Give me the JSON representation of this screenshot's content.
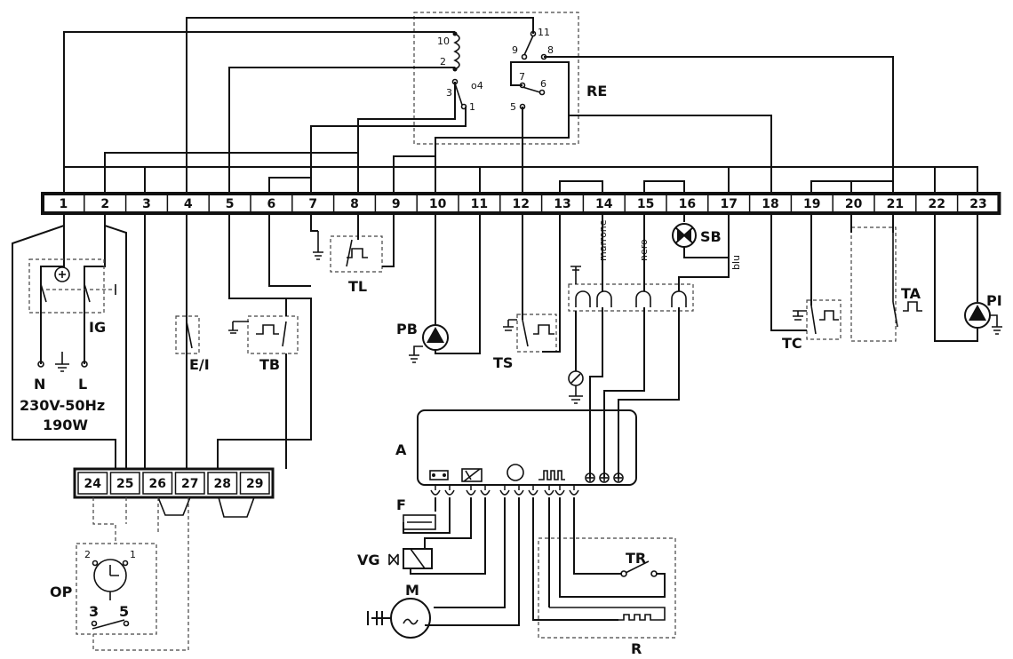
{
  "terminal_strip": {
    "labels": [
      "1",
      "2",
      "3",
      "4",
      "5",
      "6",
      "7",
      "8",
      "9",
      "10",
      "11",
      "12",
      "13",
      "14",
      "15",
      "16",
      "17",
      "18",
      "19",
      "20",
      "21",
      "22",
      "23"
    ]
  },
  "lower_strip": {
    "labels": [
      "24",
      "25",
      "26",
      "27",
      "28",
      "29"
    ]
  },
  "components": {
    "RE": "RE",
    "relay_pins": {
      "p10": "10",
      "p2": "2",
      "p11": "11",
      "p9": "9",
      "p8": "8",
      "p3": "3",
      "p4": "o4",
      "p1": "1",
      "p7": "7",
      "p6": "6",
      "p5": "5"
    },
    "IG": "IG",
    "supply_N": "N",
    "supply_L": "L",
    "supply_voltage": "230V-50Hz",
    "supply_power": "190W",
    "EI": "E/I",
    "TB": "TB",
    "TL": "TL",
    "PB": "PB",
    "TS": "TS",
    "SB": "SB",
    "TC": "TC",
    "TA": "TA",
    "PI": "PI",
    "A": "A",
    "F": "F",
    "VG": "VG",
    "M": "M",
    "TR": "TR",
    "R": "R",
    "OP": "OP",
    "op_pins": {
      "p2": "2",
      "p1": "1",
      "p3": "3",
      "p5": "5"
    },
    "wire_marrone": "marrone",
    "wire_nero": "nero",
    "wire_blu": "blu"
  },
  "colors": {
    "line": "#111111",
    "background": "#ffffff"
  }
}
